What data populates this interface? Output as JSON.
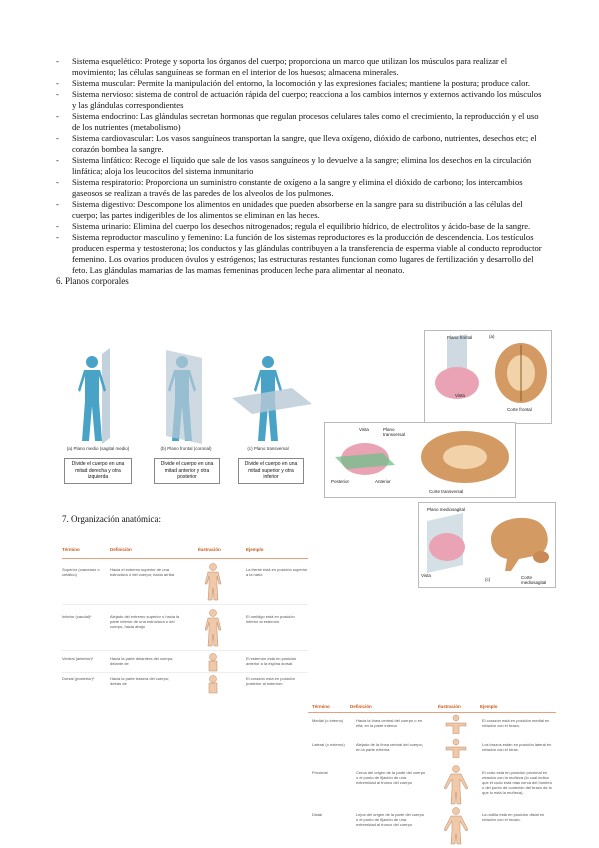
{
  "bullets": [
    {
      "dash": "-",
      "text": "Sistema esquelético: Protege y soporta los órganos del cuerpo; proporciona un marco que utilizan los músculos para realizar el movimiento; las células sanguíneas se forman en el interior de los huesos; almacena minerales."
    },
    {
      "dash": "-",
      "text": "Sistema muscular: Permite la manipulación del entorno, la locomoción y las expresiones faciales; mantiene la postura; produce calor."
    },
    {
      "dash": "-",
      "text": "Sistema nervioso: sistema de control de actuación rápida del cuerpo; reacciona a los cambios internos y externos activando los músculos y las glándulas correspondientes"
    },
    {
      "dash": "-",
      "text": "Sistema endocrino: Las glándulas secretan hormonas que regulan procesos celulares tales como el crecimiento, la reproducción y el uso de los nutrientes (metabolismo)"
    },
    {
      "dash": "-",
      "text": "Sistema cardiovascular: Los vasos sanguíneos transportan la sangre, que lleva oxígeno, dióxido de carbono, nutrientes, desechos etc; el corazón bombea la sangre."
    },
    {
      "dash": "-",
      "text": "Sistema linfático: Recoge el líquido que sale de los vasos sanguíneos y lo devuelve a la sangre; elimina los desechos en la circulación linfática; aloja los leucocitos del sistema inmunitario"
    },
    {
      "dash": "-",
      "text": "Sistema respiratorio: Proporciona un suministro constante de oxígeno a la sangre y elimina el dióxido de carbono; los intercambios gaseosos se realizan a través de las paredes de los alveolos de los pulmones."
    },
    {
      "dash": "-",
      "text": "Sistema digestivo: Descompone los alimentos en unidades que pueden absorberse en la sangre para su distribución a las células del cuerpo; las partes indigeribles de los alimentos se eliminan en las heces."
    },
    {
      "dash": "-",
      "text": "Sistema urinario: Elimina del cuerpo los desechos nitrogenados; regula el equilibrio hídrico, de electrolitos y ácido-base de la sangre."
    },
    {
      "dash": "-",
      "text": "Sistema reproductor masculino y femenino: La función de los sistemas reproductores es la producción de descendencia. Los testículos producen esperma y testosterona; los conductos y las glándulas contribuyen a la transferencia de esperma viable al conducto reproductor femenino. Los ovarios producen óvulos y estrógenos; las estructuras restantes funcionan como lugares de fertilización y desarrollo del feto. Las glándulas mamarias de las mamas femeninas producen leche para alimentar al neonato."
    }
  ],
  "section6": "6. Planos corporales",
  "section7": "7. Organización anatómica:",
  "planes": [
    {
      "title": "(a) Plano medio (sagital medio)",
      "desc": "Divide el cuerpo en una mitad derecha y otra izquierda"
    },
    {
      "title": "(b) Plano frontal (coronal)",
      "desc": "Divide el cuerpo en una mitad anterior y otra posterior"
    },
    {
      "title": "(c) Plano transversal",
      "desc": "Divide el cuerpo en una mitad superior y otra inferior"
    }
  ],
  "brain_frontal": {
    "label_top": "Plano frontal",
    "label_vista": "Vista",
    "caption": "Corte frontal",
    "tag": "(a)"
  },
  "brain_transverse": {
    "label_vista": "Vista",
    "label_plano": "Plano transversal",
    "label_post": "Posterior",
    "label_ant": "Anterior",
    "caption": "Corte transversal"
  },
  "brain_sagittal": {
    "label_top": "Plano mediosagital",
    "label_vista": "Vista",
    "caption": "Corte mediosagital",
    "tag": "(c)"
  },
  "table1": {
    "headers": [
      "Término",
      "Definición",
      "Ilustración",
      "Ejemplo"
    ],
    "rows": [
      {
        "term": "Superior (craneano o cefálico)",
        "def": "Hacia el extremo superior de una estructura o del cuerpo; hacia arriba",
        "ex": "La frente está en posición superior a la nariz."
      },
      {
        "term": "Inferior (caudal)*",
        "def": "Alejado del extremo superior o hacia la parte inferior de una estructura o del cuerpo; hacia abajo",
        "ex": "El ombligo está en posición inferior al esternón."
      },
      {
        "term": "Ventral (anterior)*",
        "def": "Hacia la parte delantera del cuerpo; delante de",
        "ex": "El esternón está en posición anterior a la espina dorsal."
      },
      {
        "term": "Dorsal (posterior)*",
        "def": "Hacia la parte trasera del cuerpo; detrás de",
        "ex": "El corazón está en posición posterior al esternón."
      }
    ]
  },
  "table2": {
    "headers": [
      "Término",
      "Definición",
      "Ilustración",
      "Ejemplo"
    ],
    "rows": [
      {
        "term": "Medial (o interno)",
        "def": "Hacia la línea central del cuerpo o en ella; en la parte interna",
        "ex": "El corazón está en posición medial en relación con el brazo."
      },
      {
        "term": "Lateral (o externo)",
        "def": "Alejado de la línea central del cuerpo; en la parte externa",
        "ex": "Los brazos están en posición lateral en relación con el tórax."
      },
      {
        "term": "Proximal",
        "def": "Cerca del origen de la parte del cuerpo o el punto de fijación de una extremidad al tronco del cuerpo",
        "ex": "El codo está en posición proximal en relación con la muñeca (lo cual indica que el codo está más cerca del hombro o del punto de conexión del brazo de lo que lo está la muñeca)."
      },
      {
        "term": "Distal",
        "def": "Lejos del origen de la parte del cuerpo o el punto de fijación de una extremidad al tronco del cuerpo",
        "ex": "La rodilla está en posición distal en relación con el muslo."
      }
    ]
  },
  "colors": {
    "body": "#49a3c7",
    "plane": "#b9c9d6",
    "accent": "#c8581b",
    "brain_pink": "#e9a3b5",
    "brain_tan": "#d49a63"
  }
}
